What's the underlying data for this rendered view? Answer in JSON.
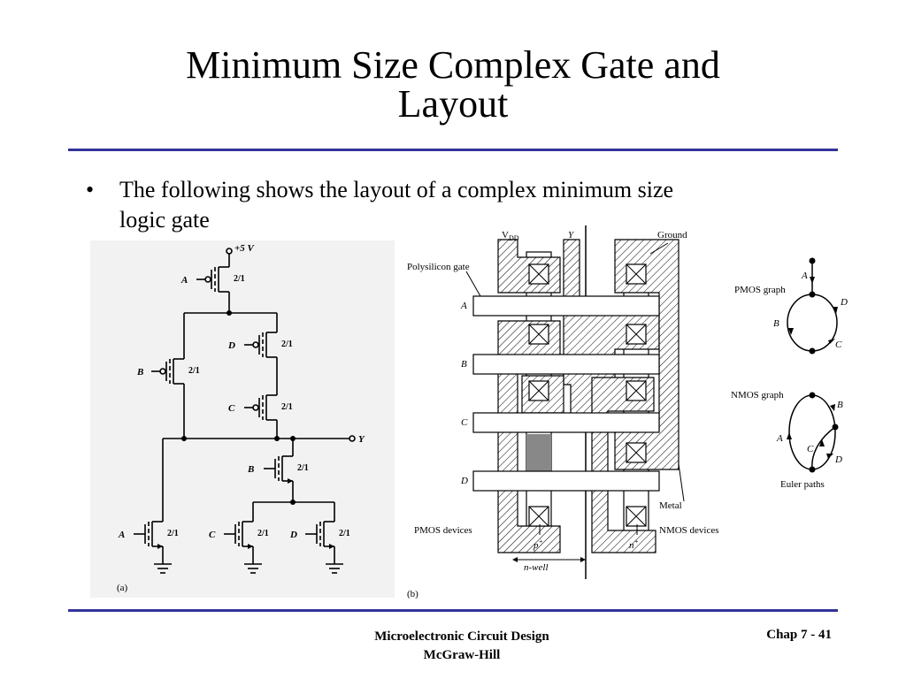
{
  "slide": {
    "title_line1": "Minimum Size Complex Gate and",
    "title_line2": "Layout",
    "bullet_symbol": "•",
    "bullet_line1": "The following shows the layout of a complex minimum size",
    "bullet_line2": "logic gate",
    "footer_line1": "Microelectronic Circuit Design",
    "footer_line2": "McGraw-Hill",
    "footer_page": "Chap 7 - 41"
  },
  "colors": {
    "accent_rule": "#33339a",
    "schematic_bg": "#f2f2f2",
    "nwell_gray": "#888888"
  },
  "schematic": {
    "supply": "+5 V",
    "output": "Y",
    "ratio": "2/1",
    "caption": "(a)",
    "inputs": {
      "a1": "A",
      "d1": "D",
      "b1": "B",
      "c1": "C",
      "b2": "B",
      "a2": "A",
      "c2": "C",
      "d2": "D"
    }
  },
  "layout": {
    "vdd": "V",
    "vdd_sub": "DD",
    "y": "Y",
    "ground": "Ground",
    "poly_label": "Polysilicon gate",
    "inputs": [
      "A",
      "B",
      "C",
      "D"
    ],
    "metal": "Metal",
    "pmos_devices": "PMOS devices",
    "nmos_devices": "NMOS devices",
    "p_plus": "p",
    "n_plus": "n",
    "plus": "+",
    "n_well": "n-well",
    "caption": "(b)"
  },
  "graphs": {
    "pmos_title": "PMOS graph",
    "pmos_edges": [
      "A",
      "D",
      "B",
      "C"
    ],
    "nmos_title": "NMOS graph",
    "nmos_edges": [
      "B",
      "A",
      "C",
      "D"
    ],
    "caption": "Euler paths"
  }
}
